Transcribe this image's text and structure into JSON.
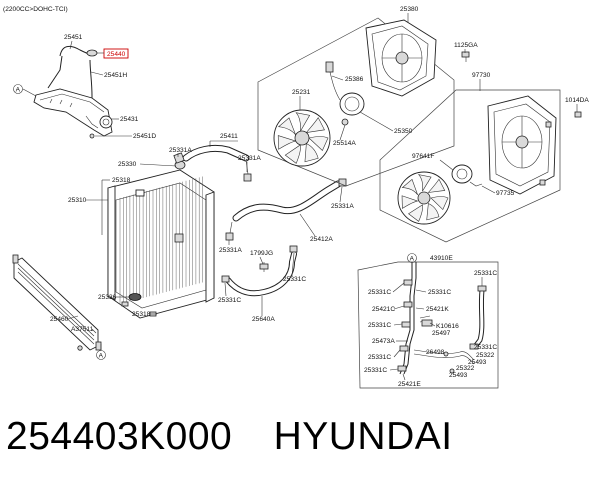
{
  "header": {
    "engine_note": "(2200CC>DOHC-TCI)"
  },
  "highlighted_part": "25440",
  "callout_letter": "A",
  "labels": {
    "p25451": "25451",
    "p25451H": "25451H",
    "p25431": "25431",
    "p25451D": "25451D",
    "p25411": "25411",
    "p25331A_1": "25331A",
    "p25331A_2": "25331A",
    "p25330": "25330",
    "p25318_1": "25318",
    "p25310": "25310",
    "p25380": "25380",
    "p1125GA": "1125GA",
    "p25386": "25386",
    "p25231": "25231",
    "p25350": "25350",
    "p25514A": "25514A",
    "p97730": "97730",
    "p1014DA": "1014DA",
    "p97641F": "97641F",
    "p97735": "97735",
    "p25331A_3": "25331A",
    "p25412A": "25412A",
    "p25331A_4": "25331A",
    "p1799JG": "1799JG",
    "p25331C_1": "25331C",
    "p25331C_2": "25331C",
    "p25640A": "25640A",
    "p25336": "25336",
    "p25318_2": "25318",
    "p25460": "25460",
    "pA37511": "A37511",
    "p43910E": "43910E",
    "p25331C_3": "25331C",
    "p25331C_4": "25331C",
    "p25331C_5": "25331C",
    "p25421C": "25421C",
    "p25421K": "25421K",
    "p25331C_6": "25331C",
    "pK10616": "K10616",
    "p25497": "25497",
    "p25473A": "25473A",
    "p26498": "26498",
    "p25331C_7": "25331C",
    "p25331C_8": "25331C",
    "p25322_1": "25322",
    "p25493_1": "25493",
    "p25331C_9": "25331C",
    "p25322_2": "25322",
    "p25493_2": "25493",
    "p25421E": "25421E"
  },
  "footer": {
    "part_number": "254403K000",
    "brand": "HYUNDAI"
  }
}
